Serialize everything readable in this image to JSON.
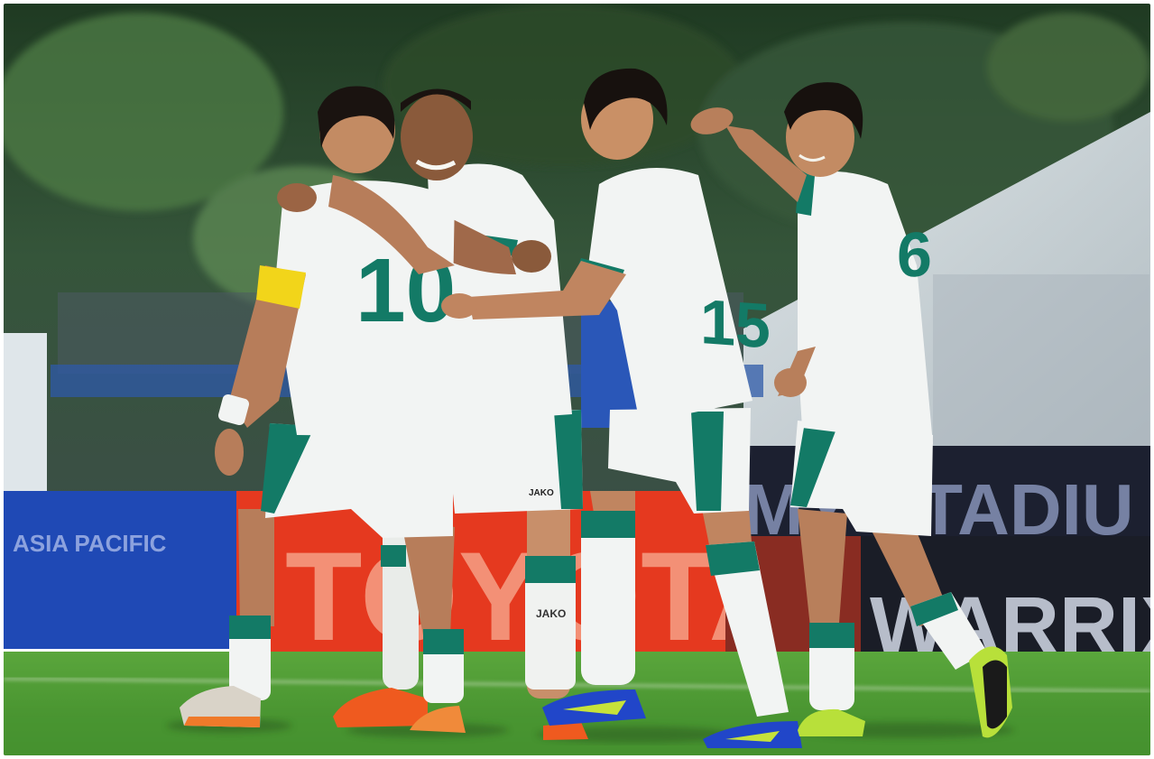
{
  "photo": {
    "scene": "football-celebration",
    "colors": {
      "pitch": "#4f9a34",
      "pitch_dark": "#3f8728",
      "jersey": "#f2f4f3",
      "trim": "#137a66",
      "board_red": "#e5391f",
      "board_blue": "#1f49b5",
      "board_dark": "#1c2030",
      "foliage": "#2c4a2a",
      "armband": "#f2d51a"
    },
    "boards": {
      "left_line1": "ASIA PACIFIC",
      "left_line2": "",
      "center": "TOYOTA",
      "right_upper": "MY STADIU",
      "right_lower": "WARRIX"
    },
    "players": [
      {
        "id": "player-10",
        "number": "10",
        "brand": ""
      },
      {
        "id": "player-smiling",
        "number": "",
        "brand": "JAKO"
      },
      {
        "id": "player-15",
        "number": "15",
        "brand": ""
      },
      {
        "id": "player-6",
        "number": "6",
        "brand": ""
      }
    ],
    "sock_brand": "JAKO"
  }
}
